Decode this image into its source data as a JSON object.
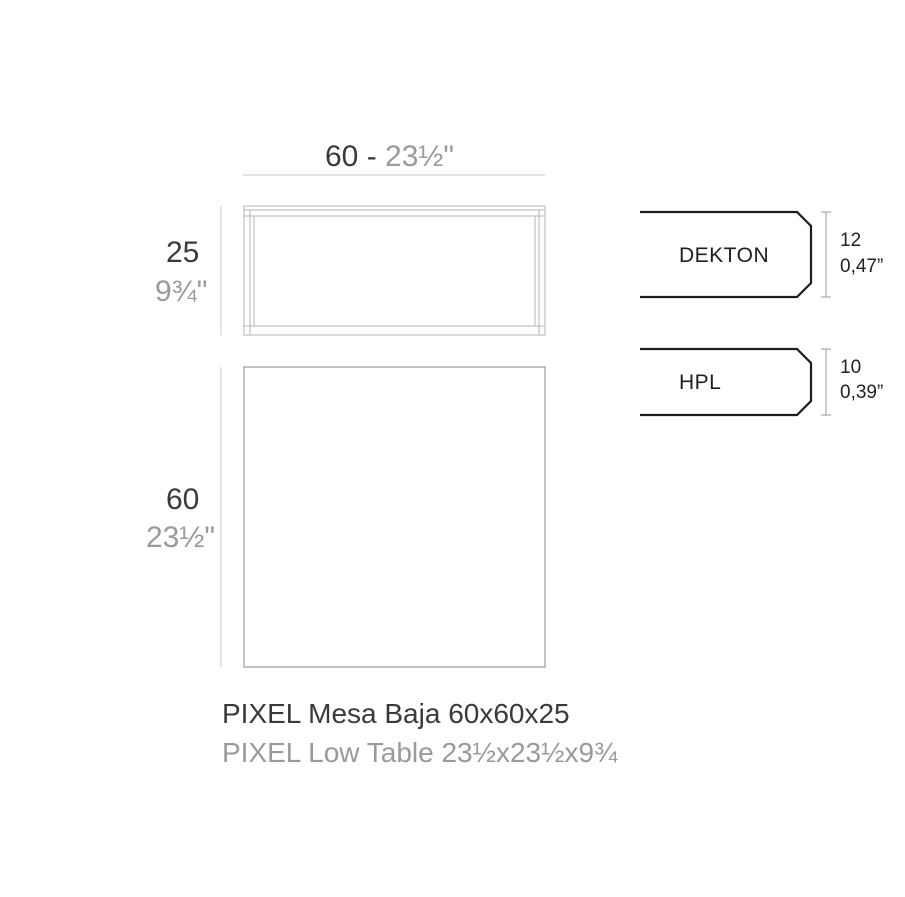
{
  "dimensions": {
    "width_top": {
      "cm": "60",
      "sep": " - ",
      "in": "23½\""
    },
    "height_side": {
      "cm": "25",
      "in": "9¾\""
    },
    "depth_plan": {
      "cm": "60",
      "in": "23½\""
    }
  },
  "profiles": [
    {
      "name": "DEKTON",
      "thickness_mm": "12",
      "thickness_in": "0,47”"
    },
    {
      "name": "HPL",
      "thickness_mm": "10",
      "thickness_in": "0,39”"
    }
  ],
  "caption": {
    "es": "PIXEL Mesa Baja 60x60x25",
    "en": "PIXEL Low Table 23½x23½x9¾"
  },
  "colors": {
    "dark_text": "#3a3a3a",
    "grey_text": "#9a9a9a",
    "line": "#b5b5b5",
    "profile_stroke": "#1e1e1e"
  }
}
